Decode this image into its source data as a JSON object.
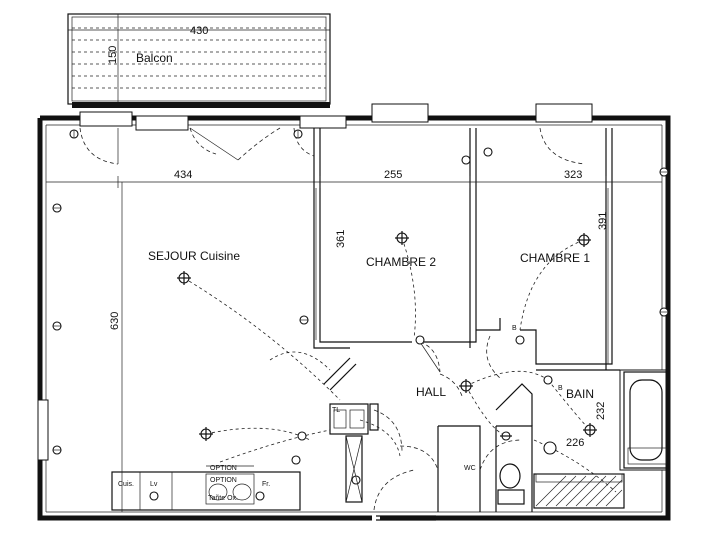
{
  "rooms": {
    "balcon": "Balcon",
    "sejour": "SEJOUR Cuisine",
    "chambre2": "CHAMBRE 2",
    "chambre1": "CHAMBRE 1",
    "hall": "HALL",
    "bain": "BAIN",
    "wc": "WC"
  },
  "dimensions": {
    "balcon_width": "430",
    "balcon_depth": "150",
    "sejour_width": "434",
    "sejour_depth": "630",
    "chambre2_width": "255",
    "chambre2_depth": "361",
    "chambre1_width": "323",
    "chambre1_depth": "391",
    "bain_width": "226",
    "bain_depth": "232"
  },
  "kitchen": {
    "option_1": "OPTION",
    "option_2": "OPTION",
    "cuis": "Cuis.",
    "lv": "Lv",
    "fr": "Fr.",
    "appliance": "Tañte Ox."
  },
  "symbols": {
    "tl": "TL",
    "b": "B",
    "b2": "B"
  }
}
